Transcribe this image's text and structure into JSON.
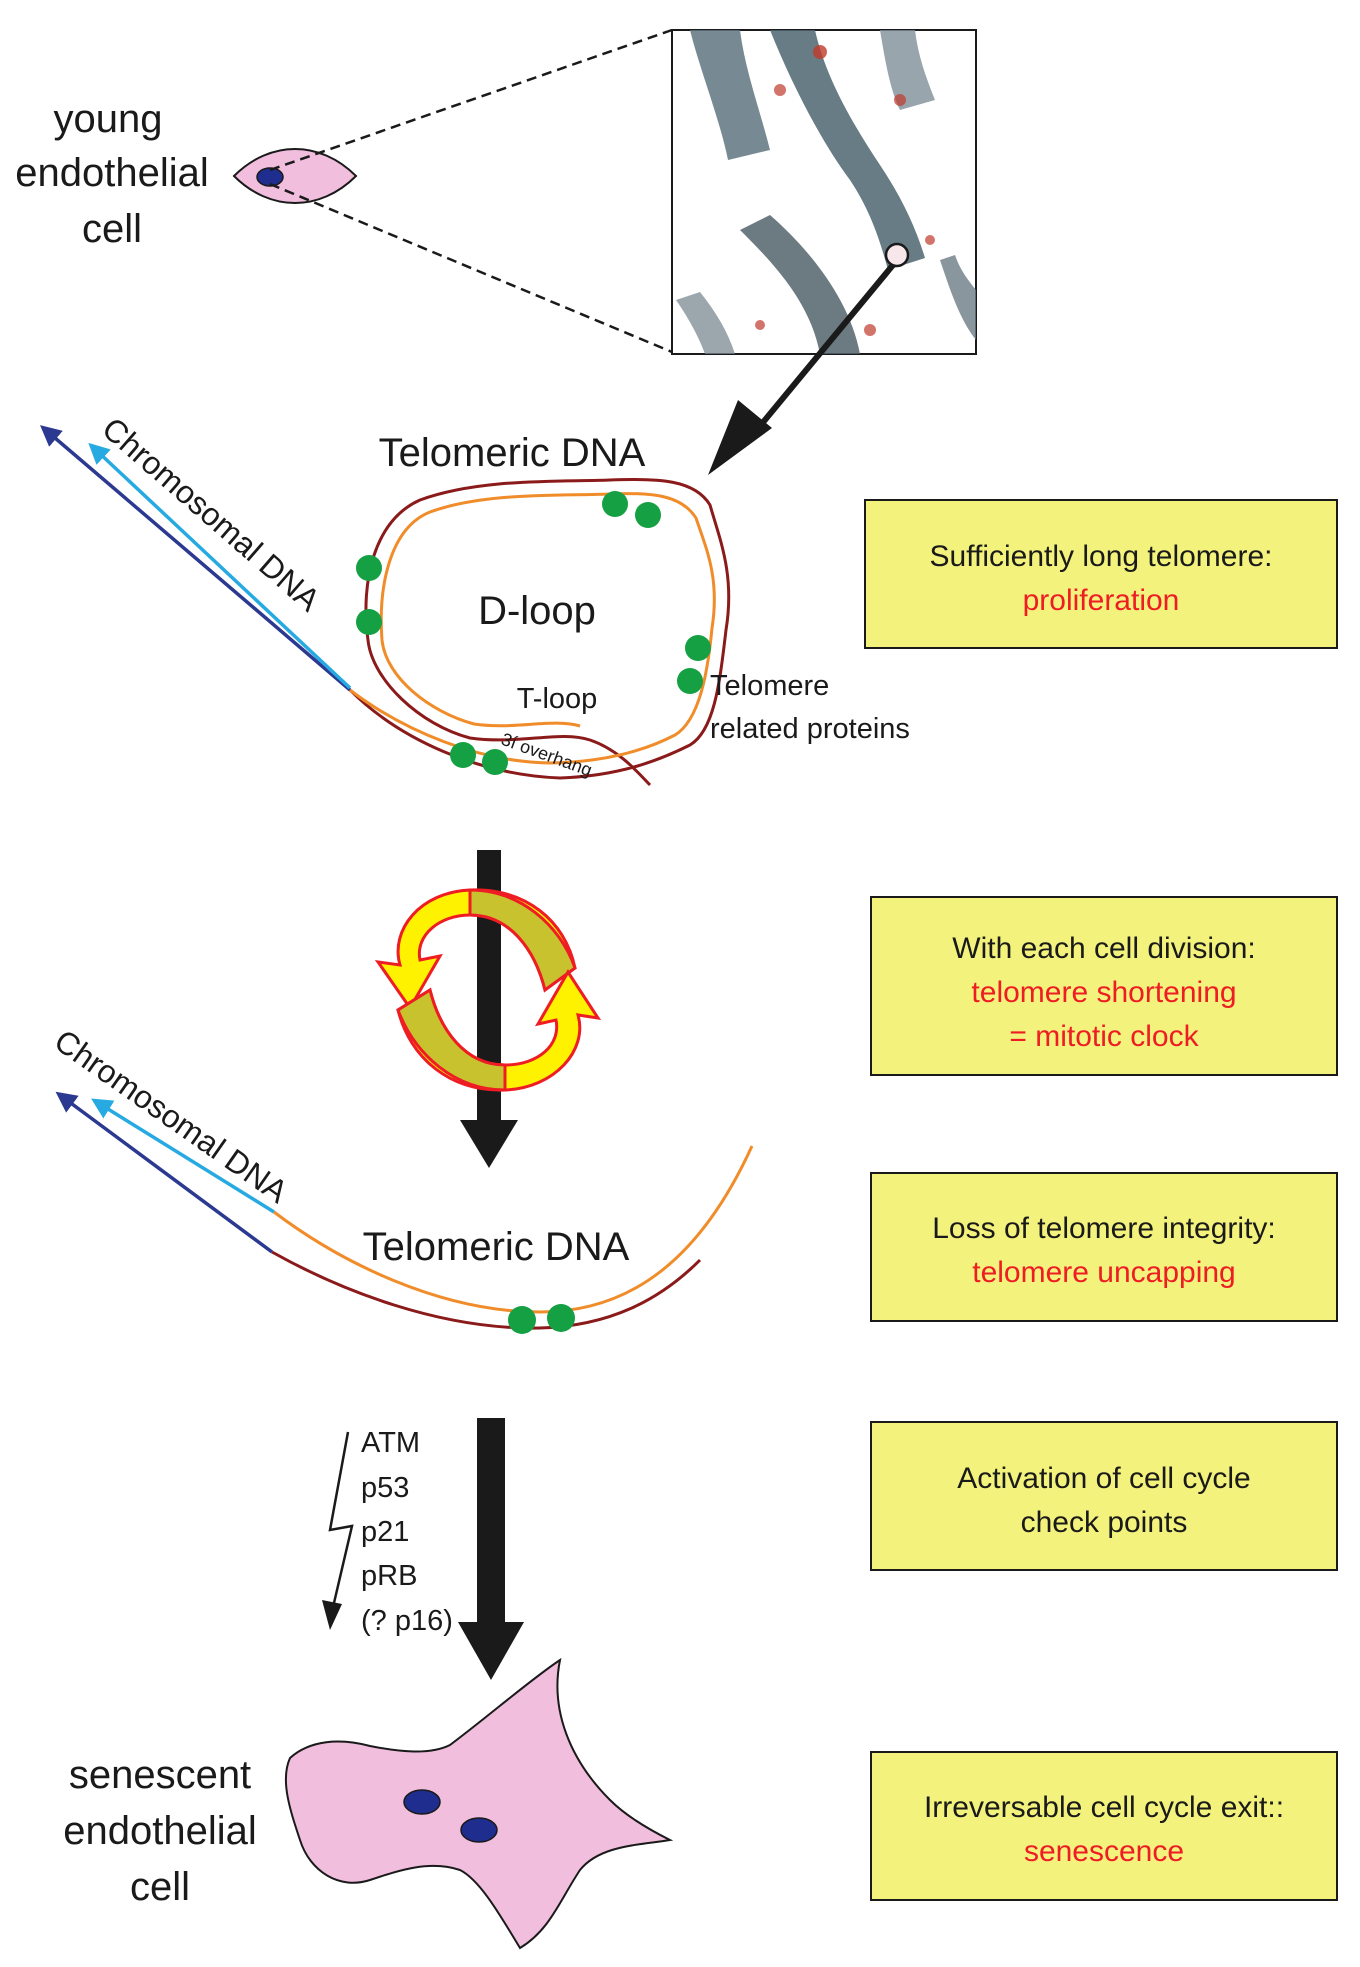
{
  "labels": {
    "young_cell": [
      "young",
      "endothelial",
      "cell"
    ],
    "senescent_cell": [
      "senescent",
      "endothelial",
      "cell"
    ],
    "telomeric_dna_top": "Telomeric DNA",
    "telomeric_dna_bottom": "Telomeric DNA",
    "chromosomal_dna_top": "Chromosomal DNA",
    "chromosomal_dna_bottom": "Chromosomal DNA",
    "d_loop": "D-loop",
    "t_loop": "T-loop",
    "overhang": "3í overhang",
    "telomere_proteins": [
      "Telomere",
      "related proteins"
    ],
    "signaling": [
      "ATM",
      "p53",
      "p21",
      "pRB",
      "(? p16)"
    ]
  },
  "boxes": [
    {
      "line1": "Sufficiently long telomere:",
      "line2": "proliferation",
      "line3": ""
    },
    {
      "line1": "With each cell division:",
      "line2": "telomere shortening",
      "line3": "= mitotic clock"
    },
    {
      "line1": "Loss of telomere integrity:",
      "line2": "telomere uncapping",
      "line3": ""
    },
    {
      "line1": "Activation of cell cycle",
      "line2": "",
      "line3": "check points"
    },
    {
      "line1": "Irreversable cell cycle exit::",
      "line2": "senescence",
      "line3": ""
    }
  ],
  "colors": {
    "cell_fill": "#f1bedd",
    "nucleus": "#1f2d8f",
    "strand_dark_red": "#8b1a1a",
    "strand_orange": "#f08c2a",
    "strand_navy": "#2b3990",
    "strand_cyan": "#27aae1",
    "protein_green": "#14a043",
    "box_fill": "#f3f27c",
    "box_accent_text": "#ee1c23",
    "cycle_arrow_yellow": "#fff200",
    "cycle_arrow_olive": "#c8c22e",
    "cycle_arrow_outline": "#ee1c23"
  }
}
